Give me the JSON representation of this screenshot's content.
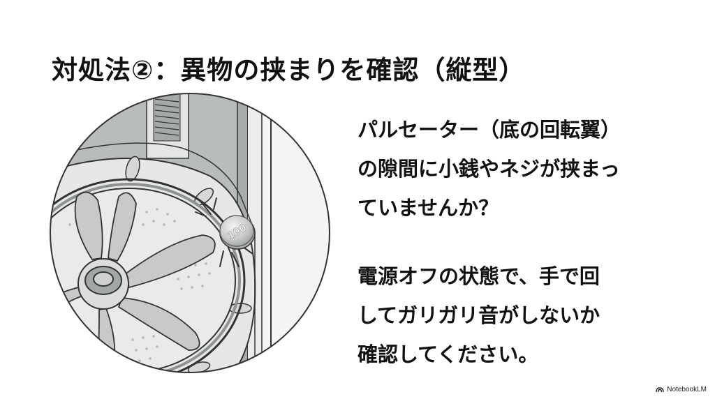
{
  "slide": {
    "title": "対処法②：異物の挟まりを確認（縦型）",
    "paragraphs": [
      {
        "lines": [
          "パルセーター（底の回転翼）",
          "の隙間に小銭やネジが挟まっ",
          "ていませんか？"
        ]
      },
      {
        "lines": [
          "電源オフの状態で、手で回",
          "してガリガリ音がしないか",
          "確認してください。"
        ]
      }
    ],
    "illustration": {
      "subject": "washing-machine-pulsator-with-coin",
      "coin_label": "100",
      "colors": {
        "outline": "#333333",
        "drum_dark": "#b9bcbd",
        "drum_light": "#e8e9e9",
        "blade": "#c7c9ca",
        "coin": "#cfd1d2"
      }
    }
  },
  "watermark": {
    "icon": "notebooklm-logo-icon",
    "label": "NotebookLM"
  }
}
